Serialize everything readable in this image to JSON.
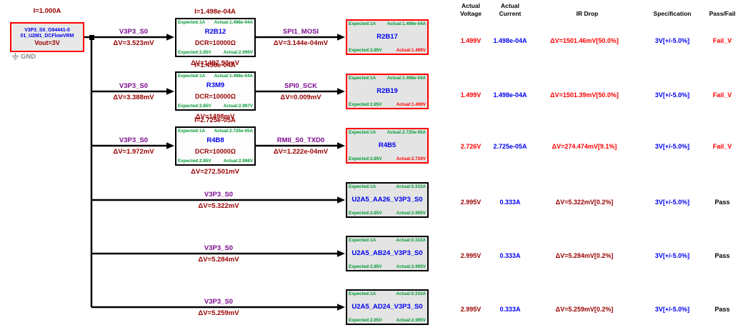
{
  "source": {
    "current_label": "I=1.000A",
    "name_line1": "V3P3_S0_G94441-0",
    "name_line2": "01_U2M1_DCFlowVRM",
    "vout": "Vout=3V",
    "gnd_label": "GND"
  },
  "table_headers": {
    "voltage_line1": "Actual",
    "voltage_line2": "Voltage",
    "current_line1": "Actual",
    "current_line2": "Current",
    "ir_drop": "IR Drop",
    "specification": "Specification",
    "pass_fail": "Pass/Fail"
  },
  "colors": {
    "fail_red": "#FF0000",
    "maroon": "#990000",
    "blue": "#0000EE",
    "net_purple": "#7B0B8E",
    "expected_green": "#009933",
    "box_gray_fill": "#E4E4E4"
  },
  "rows": [
    {
      "net1": "V3P3_S0",
      "dv1": "ΔV=3.523mV",
      "res": {
        "i": "I=1.498e-04A",
        "exp_i": "Expected:1A",
        "act_i": "Actual:1.498e-04A",
        "name": "R2B12",
        "dcr": "DCR=10000Ω",
        "exp_v": "Expected:2.85V",
        "act_v": "Actual:2.996V",
        "dv": "ΔV=1497.93mV"
      },
      "net2": "SPI1_MOSI",
      "dv2": "ΔV=3.144e-04mV",
      "sink": {
        "exp_i": "Expected:1A",
        "act_i": "Actual:1.498e-04A",
        "name": "R2B17",
        "exp_v": "Expected:2.85V",
        "act_v": "Actual:1.499V"
      },
      "table": {
        "voltage": "1.499V",
        "current": "1.498e-04A",
        "ir_drop": "ΔV=1501.46mV[50.0%]",
        "spec": "3V[+/-5.0%]",
        "result": "Fail_V"
      }
    },
    {
      "net1": "V3P3_S0",
      "dv1": "ΔV=3.388mV",
      "res": {
        "i": "I=1.498e-04A",
        "exp_i": "Expected:1A",
        "act_i": "Actual:1.498e-04A",
        "name": "R3M9",
        "dcr": "DCR=10000Ω",
        "exp_v": "Expected:2.85V",
        "act_v": "Actual:2.997V",
        "dv": "ΔV=1498mV"
      },
      "net2": "SPI0_SCK",
      "dv2": "ΔV=0.009mV",
      "sink": {
        "exp_i": "Expected:1A",
        "act_i": "Actual:1.498e-04A",
        "name": "R2B19",
        "exp_v": "Expected:2.85V",
        "act_v": "Actual:1.499V"
      },
      "table": {
        "voltage": "1.499V",
        "current": "1.498e-04A",
        "ir_drop": "ΔV=1501.39mV[50.0%]",
        "spec": "3V[+/-5.0%]",
        "result": "Fail_V"
      }
    },
    {
      "net1": "V3P3_S0",
      "dv1": "ΔV=1.972mV",
      "res": {
        "i": "I=2.725e-05A",
        "exp_i": "Expected:1A",
        "act_i": "Actual:2.725e-05A",
        "name": "R4B8",
        "dcr": "DCR=10000Ω",
        "exp_v": "Expected:2.85V",
        "act_v": "Actual:2.998V",
        "dv": "ΔV=272.501mV"
      },
      "net2": "RMII_S0_TXD0",
      "dv2": "ΔV=1.222e-04mV",
      "sink": {
        "exp_i": "Expected:1A",
        "act_i": "Actual:2.725e-05A",
        "name": "R4B5",
        "exp_v": "Expected:2.85V",
        "act_v": "Actual:2.726V"
      },
      "table": {
        "voltage": "2.726V",
        "current": "2.725e-05A",
        "ir_drop": "ΔV=274.474mV[9.1%]",
        "spec": "3V[+/-5.0%]",
        "result": "Fail_V"
      }
    },
    {
      "net1": "V3P3_S0",
      "dv1": "ΔV=5.322mV",
      "sink": {
        "exp_i": "Expected:1A",
        "act_i": "Actual:0.333A",
        "name": "U2A5_AA26_V3P3_S0",
        "exp_v": "Expected:2.85V",
        "act_v": "Actual:2.995V"
      },
      "table": {
        "voltage": "2.995V",
        "current": "0.333A",
        "ir_drop": "ΔV=5.322mV[0.2%]",
        "spec": "3V[+/-5.0%]",
        "result": "Pass"
      }
    },
    {
      "net1": "V3P3_S0",
      "dv1": "ΔV=5.284mV",
      "sink": {
        "exp_i": "Expected:1A",
        "act_i": "Actual:0.333A",
        "name": "U2A5_AB24_V3P3_S0",
        "exp_v": "Expected:2.85V",
        "act_v": "Actual:2.995V"
      },
      "table": {
        "voltage": "2.995V",
        "current": "0.333A",
        "ir_drop": "ΔV=5.284mV[0.2%]",
        "spec": "3V[+/-5.0%]",
        "result": "Pass"
      }
    },
    {
      "net1": "V3P3_S0",
      "dv1": "ΔV=5.259mV",
      "sink": {
        "exp_i": "Expected:1A",
        "act_i": "Actual:0.333A",
        "name": "U2A5_AD24_V3P3_S0",
        "exp_v": "Expected:2.85V",
        "act_v": "Actual:2.995V"
      },
      "table": {
        "voltage": "2.995V",
        "current": "0.333A",
        "ir_drop": "ΔV=5.259mV[0.2%]",
        "spec": "3V[+/-5.0%]",
        "result": "Pass"
      }
    }
  ]
}
